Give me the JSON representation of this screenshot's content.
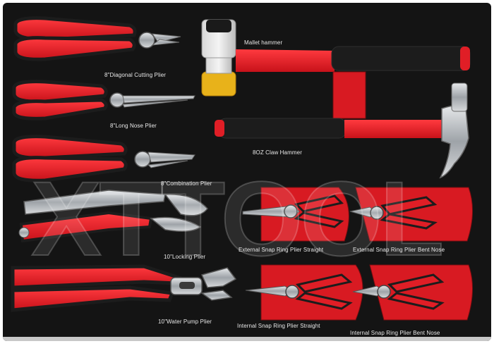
{
  "labels": {
    "diagonal": "8\"Diagonal Cutting Plier",
    "longnose": "8\"Long Nose Plier",
    "combination": "8\"Combination Plier",
    "locking": "10\"Locking Plier",
    "waterpump": "10\"Water Pump Plier",
    "mallet": "Mallet hammer",
    "claw": "8OZ Claw Hammer",
    "ext_straight": "External Snap Ring Plier Straight",
    "ext_bent": "External Snap Ring Plier Bent Nose",
    "int_straight": "Internal  Snap Ring Plier Straight",
    "int_bent": "Internal  Snap Ring Plier Bent Nose"
  },
  "watermark": "XTTOOL",
  "colors": {
    "foam": "#141414",
    "handle_red": "#e01e26",
    "grip_black": "#1c1c1c",
    "steel": "#b8bcc0",
    "mallet_yellow": "#e8b21a"
  }
}
